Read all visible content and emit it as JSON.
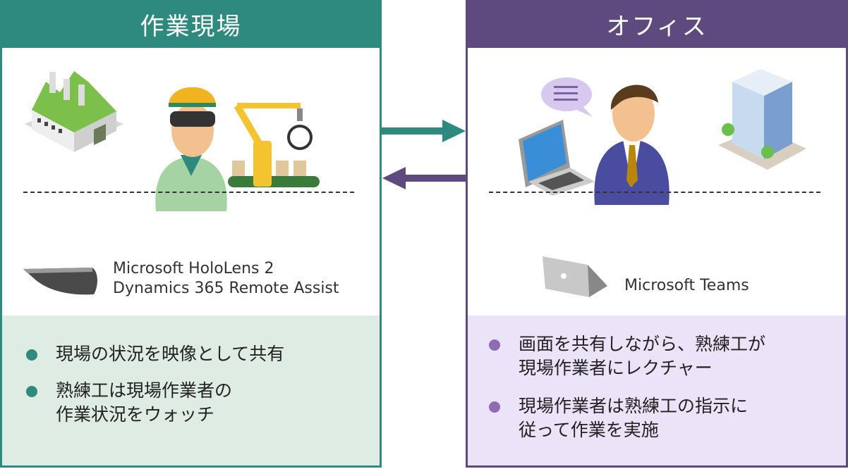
{
  "colors": {
    "field": "#2e8a7e",
    "office": "#5f4a80"
  },
  "left": {
    "title": "作業現場",
    "icons": [
      "factory-icon",
      "worker-with-headset-icon",
      "robot-arm-conveyor-icon",
      "hololens-icon"
    ],
    "tools": [
      "Microsoft HoloLens 2",
      "Dynamics 365 Remote Assist"
    ],
    "bullets": [
      [
        "現場の状況を映像として共有"
      ],
      [
        "熟練工は現場作業者の",
        "作業状況をウォッチ"
      ]
    ]
  },
  "right": {
    "title": "オフィス",
    "icons": [
      "speech-bubble-icon",
      "laptop-icon",
      "businessman-icon",
      "office-building-icon"
    ],
    "tools": [
      "Microsoft Teams"
    ],
    "bullets": [
      [
        "画面を共有しながら、熟練工が",
        "現場作業者にレクチャー"
      ],
      [
        "現場作業者は熟練工の指示に",
        "従って作業を実施"
      ]
    ]
  },
  "arrows": [
    "field-to-office-arrow",
    "office-to-field-arrow"
  ]
}
